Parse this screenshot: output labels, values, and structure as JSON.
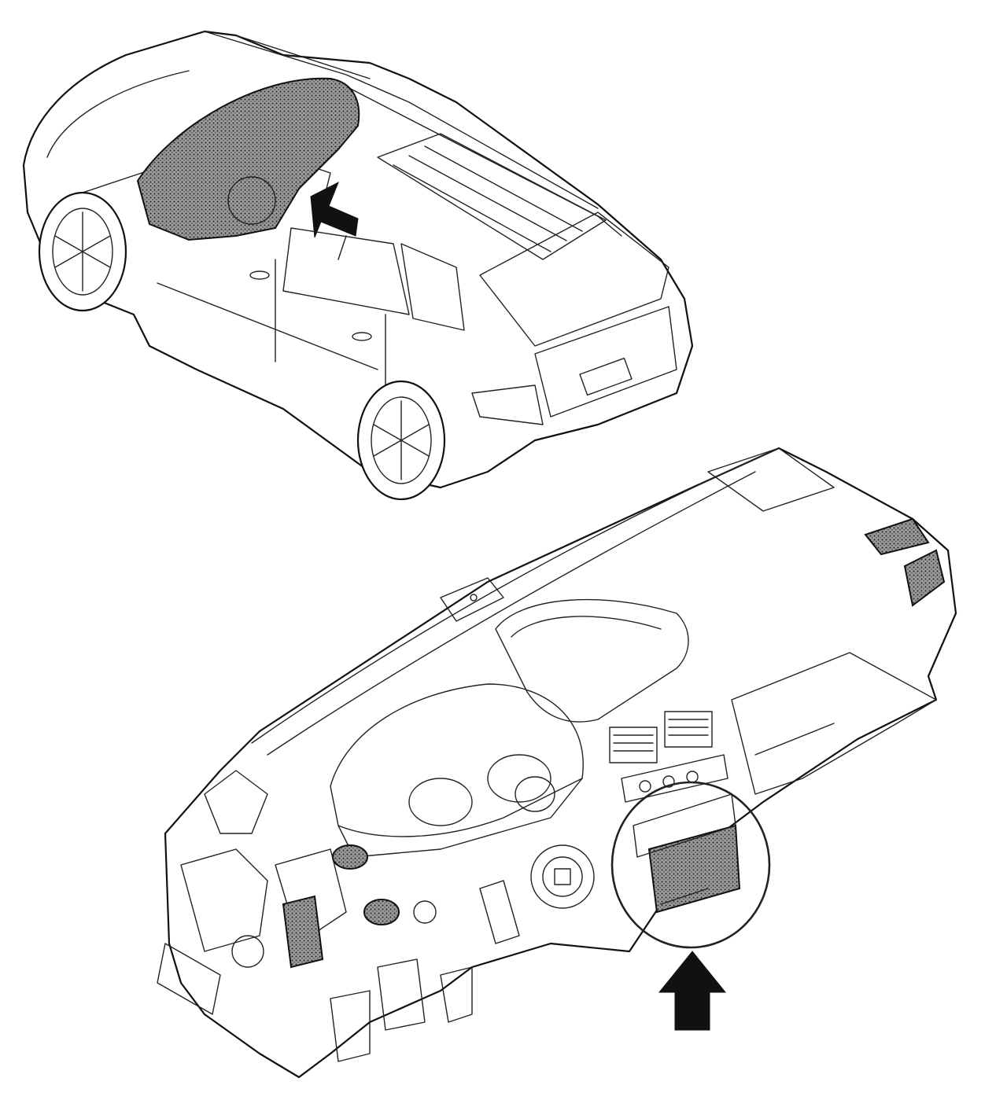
{
  "figure": {
    "parts": [
      {
        "name": "vehicle-overview",
        "icon": "car-icon"
      },
      {
        "name": "dashboard-detail",
        "icon": "dashboard-icon"
      }
    ],
    "markers": [
      {
        "name": "arrow-to-dashboard",
        "icon": "arrow-icon",
        "color": "#111111"
      },
      {
        "name": "arrow-to-center-console",
        "icon": "arrow-up-icon",
        "color": "#111111"
      }
    ],
    "highlight": {
      "name": "detail-circle",
      "icon": "circle-icon"
    },
    "colors": {
      "line": "#111111",
      "background": "#ffffff",
      "shade": "#9a9a9a"
    }
  }
}
